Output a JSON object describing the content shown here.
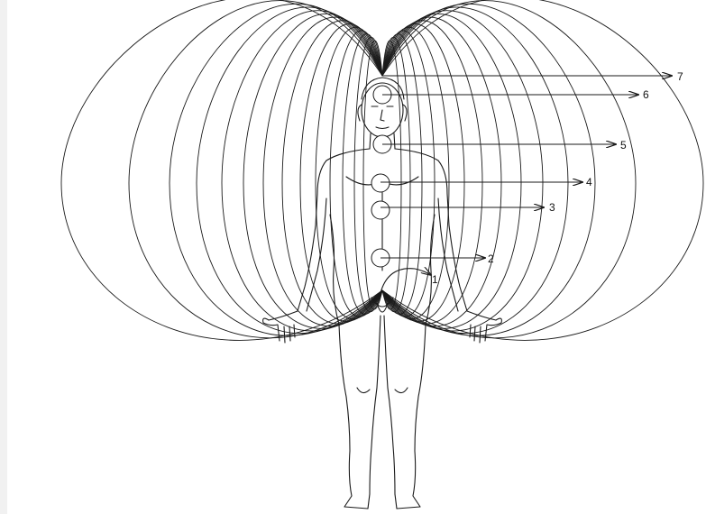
{
  "diagram": {
    "arrow_labels": [
      "1",
      "2",
      "3",
      "4",
      "5",
      "6",
      "7"
    ]
  },
  "colors": {
    "line": "#1a1a1a",
    "background": "#ffffff"
  }
}
